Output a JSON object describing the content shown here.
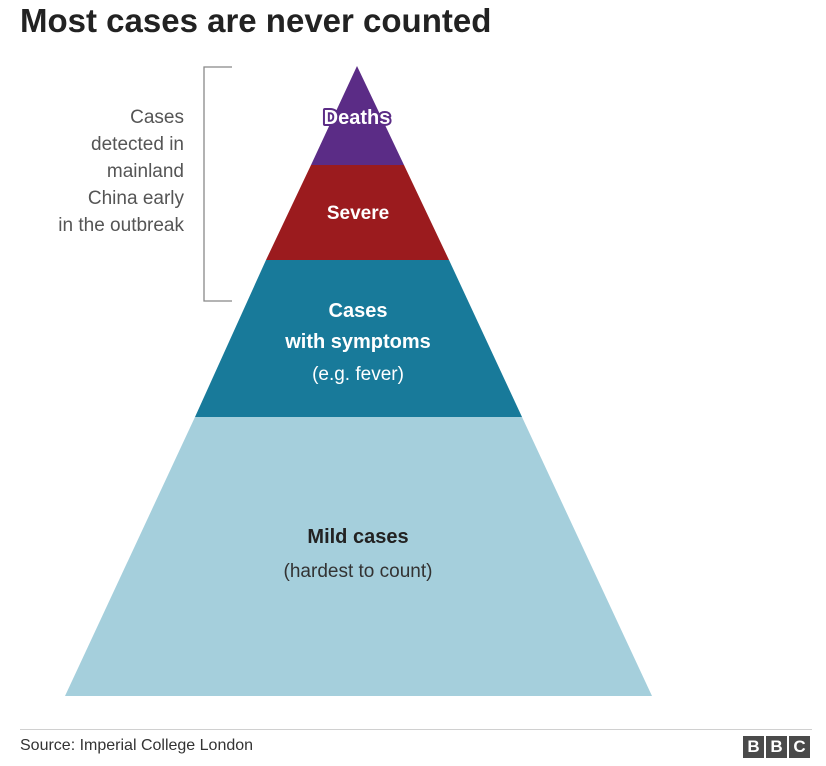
{
  "title": "Most cases are never counted",
  "bracket_label": {
    "lines": [
      "Cases",
      "detected in",
      "mainland",
      "China early",
      "in the outbreak"
    ]
  },
  "pyramid": {
    "layers": [
      {
        "lines": [
          "Deaths"
        ],
        "color": "#5b2c86"
      },
      {
        "lines": [
          "Severe"
        ],
        "color": "#9b1b1e"
      },
      {
        "lines": [
          "Cases",
          "with symptoms",
          "(e.g. fever)"
        ],
        "color": "#187a9a"
      },
      {
        "lines": [
          "Mild cases",
          "(hardest to count)"
        ],
        "color": "#a5cfdc"
      }
    ]
  },
  "source": "Source: Imperial College London",
  "logo": {
    "letters": [
      "B",
      "B",
      "C"
    ]
  }
}
